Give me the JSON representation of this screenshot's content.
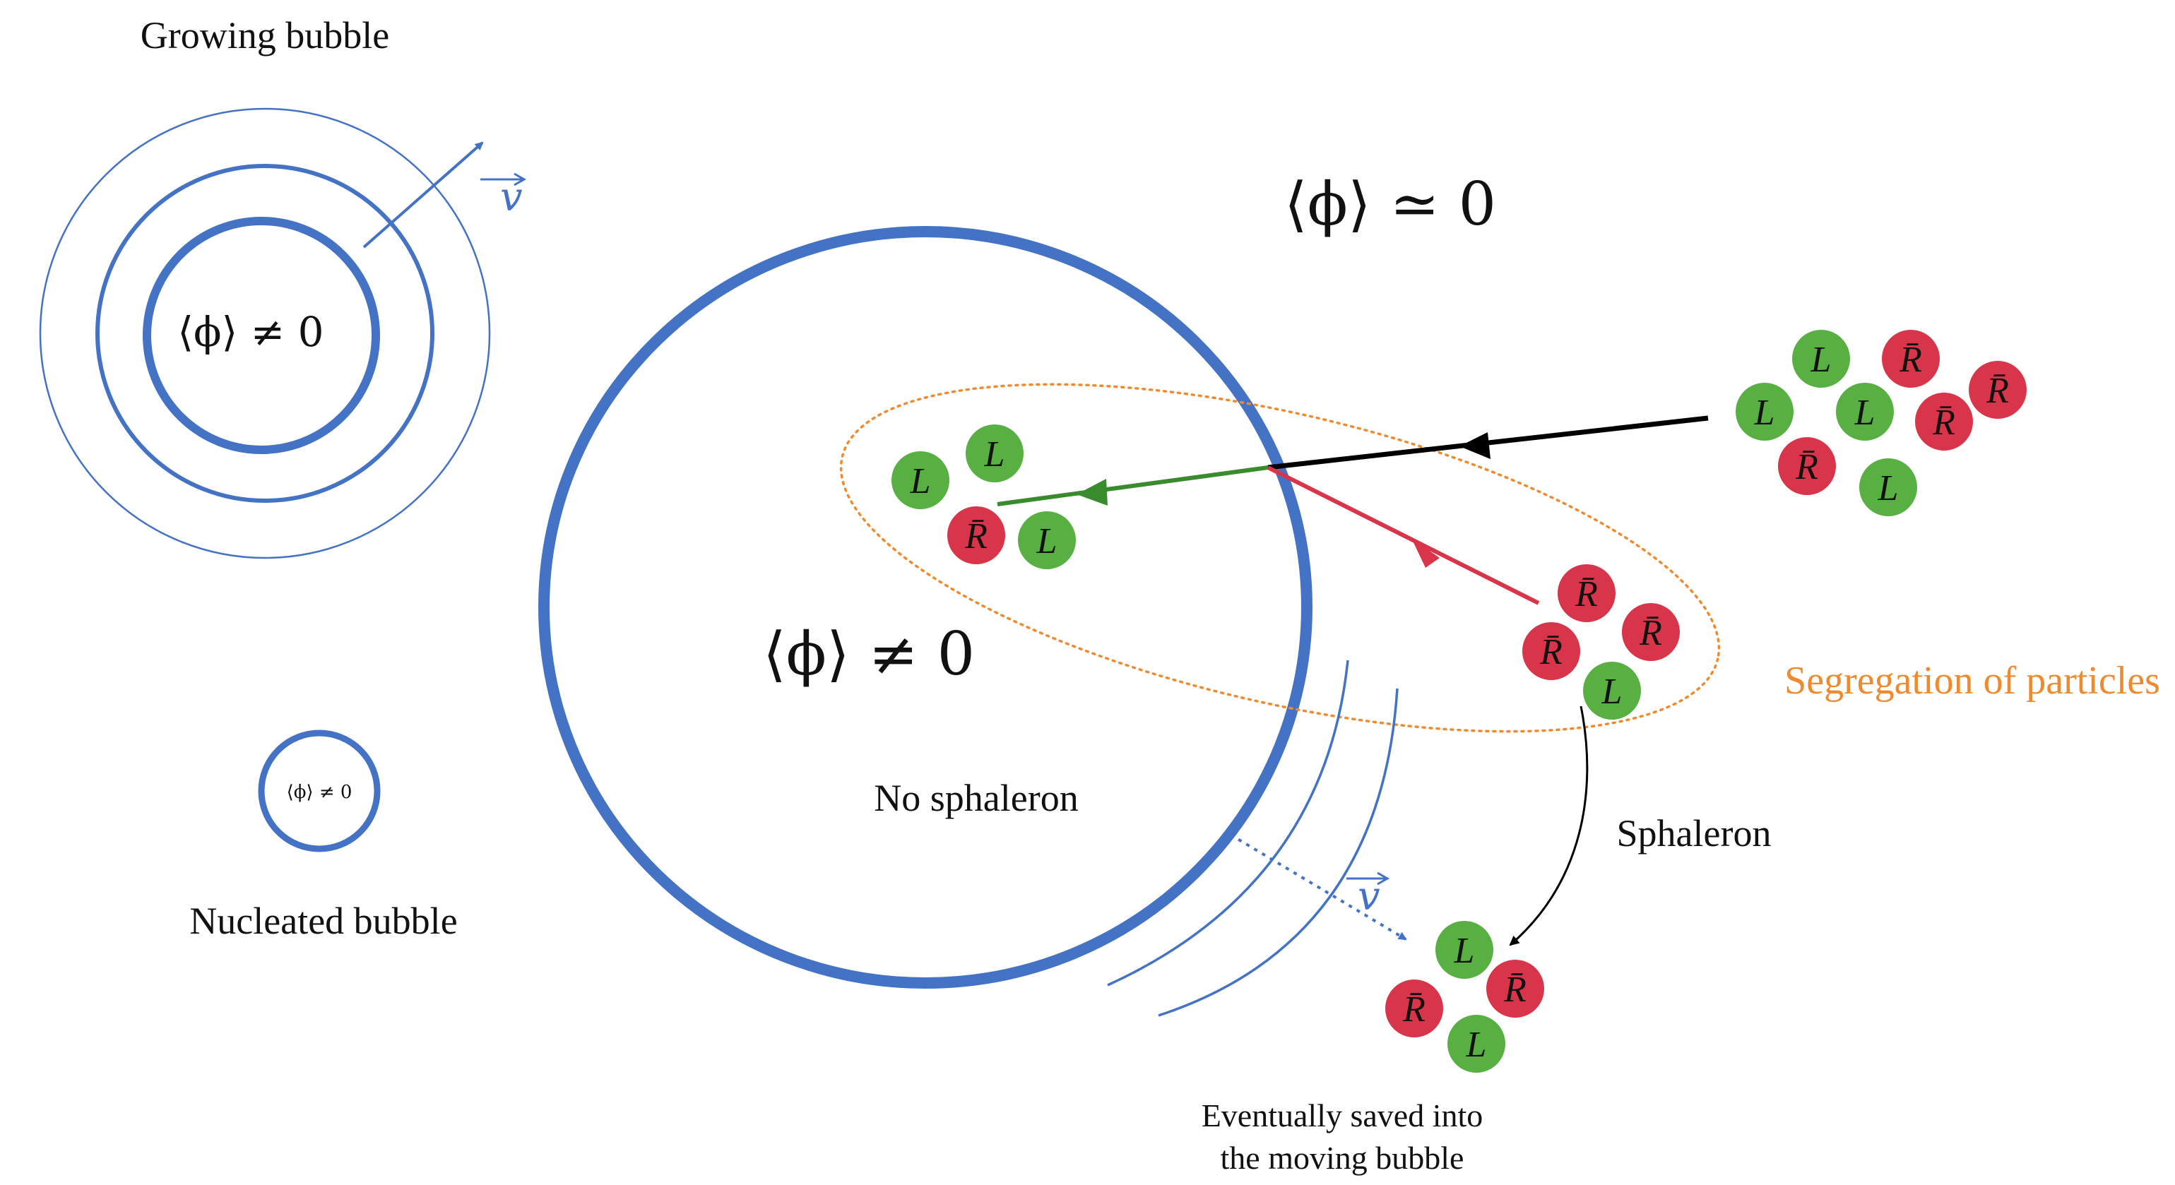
{
  "labels": {
    "growing_bubble": "Growing bubble",
    "nucleated_bubble": "Nucleated bubble",
    "growing_vev": "⟨ϕ⟩ ≠ 0",
    "nucleated_vev": "⟨ϕ⟩ ≠ 0",
    "main_vev": "⟨ϕ⟩ ≠ 0",
    "outside_vev": "⟨ϕ⟩ ≃ 0",
    "no_sphaleron": "No sphaleron",
    "sphaleron": "Sphaleron",
    "segregation": "Segregation of particles",
    "saved_line1": "Eventually saved into",
    "saved_line2": "the moving bubble",
    "velocity": "v"
  },
  "particles": {
    "L": "L",
    "R": "R̄"
  },
  "colors": {
    "bubble_blue": "#4472c4",
    "particle_green": "#58b043",
    "particle_red": "#d9354a",
    "green_arrow": "#3a8a2e",
    "red_arrow": "#d9354a",
    "incoming_arrow": "#000000",
    "segregation_orange": "#ef8a2f",
    "text": "#111111"
  }
}
